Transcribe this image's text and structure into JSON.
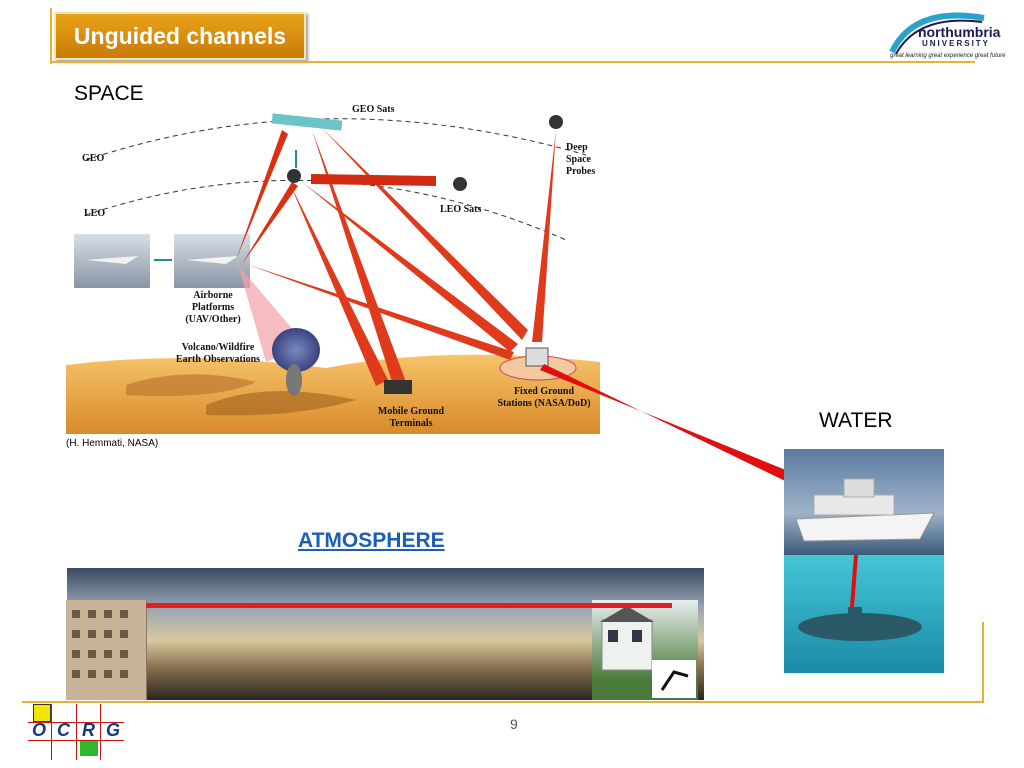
{
  "slide": {
    "title": "Unguided channels",
    "page_number": "9"
  },
  "logo": {
    "name": "northumbria",
    "subtitle": "UNIVERSITY",
    "tagline": "great learning  great experience  great future"
  },
  "sections": {
    "space": "SPACE",
    "water": "WATER",
    "atmosphere": "ATMOSPHERE"
  },
  "credit": "(H. Hemmati, NASA)",
  "diagram": {
    "geo_sats": "GEO Sats",
    "geo": "GEO",
    "leo": "LEO",
    "leo_sats": "LEO Sats",
    "deep_space_probes": [
      "Deep",
      "Space",
      "Probes"
    ],
    "airborne": [
      "Airborne",
      "Platforms",
      "(UAV/Other)"
    ],
    "volcano": [
      "Volcano/Wildfire",
      "Earth Observations"
    ],
    "mobile_ground": [
      "Mobile Ground",
      "Terminals"
    ],
    "fixed_ground": [
      "Fixed Ground",
      "Stations (NASA/DoD)"
    ]
  },
  "footer_logo": {
    "letters": [
      "O",
      "C",
      "R",
      "G"
    ],
    "colors": {
      "yellow": "#f2e600",
      "green": "#2db82d",
      "red": "#cc1111"
    }
  },
  "colors": {
    "accent": "#e8b13a",
    "title_bg": "#d98d10",
    "link_blue": "#1b5fb5",
    "beam_red": "#e02020"
  }
}
